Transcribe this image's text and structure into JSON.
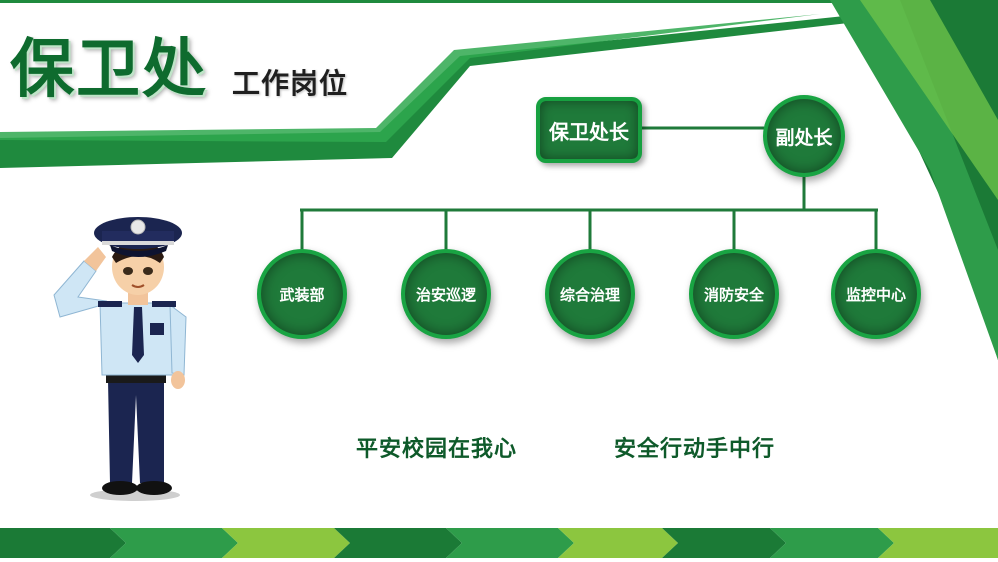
{
  "header": {
    "title": "保卫处",
    "subtitle": "工作岗位"
  },
  "org": {
    "chief": "保卫处长",
    "deputy": "副处长",
    "departments": [
      "武装部",
      "治安巡逻",
      "综合治理",
      "消防安全",
      "监控中心"
    ]
  },
  "slogans": [
    "平安校园在我心",
    "安全行动手中行"
  ],
  "colors": {
    "primary": "#1f7a3a",
    "accent": "#19a443",
    "light": "#8cc63f"
  }
}
